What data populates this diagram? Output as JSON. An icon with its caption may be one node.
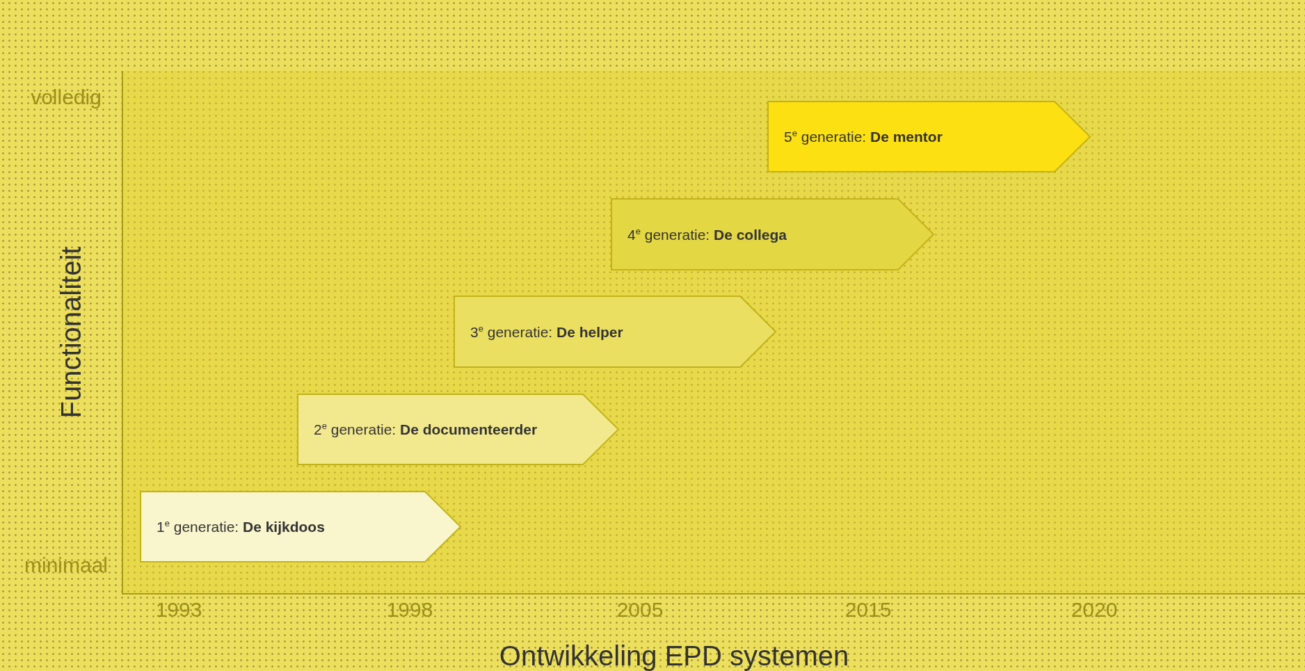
{
  "diagram": {
    "nodes": [
      {
        "text": [
          "1$^{e}$ generatie: **De kijkdoos**"
        ]
      },
      {
        "text": [
          "2$^{e}$ generatie: **De documenteerder**"
        ]
      },
      {
        "text": [
          "3$^{e}$ generatie: **De helper**"
        ]
      },
      {
        "text": [
          "4$^{e}$ generatie: **De collega**"
        ]
      },
      {
        "text": [
          "5$^{e}$ generatie: **De mentor**"
        ]
      }
    ],
    "labels": [
      "volledig",
      "Functionaliteit",
      "minimaal",
      "1993",
      "1998",
      "2005",
      "2015",
      "2020",
      "Ontwikkeling EPD systemen"
    ]
  }
}
